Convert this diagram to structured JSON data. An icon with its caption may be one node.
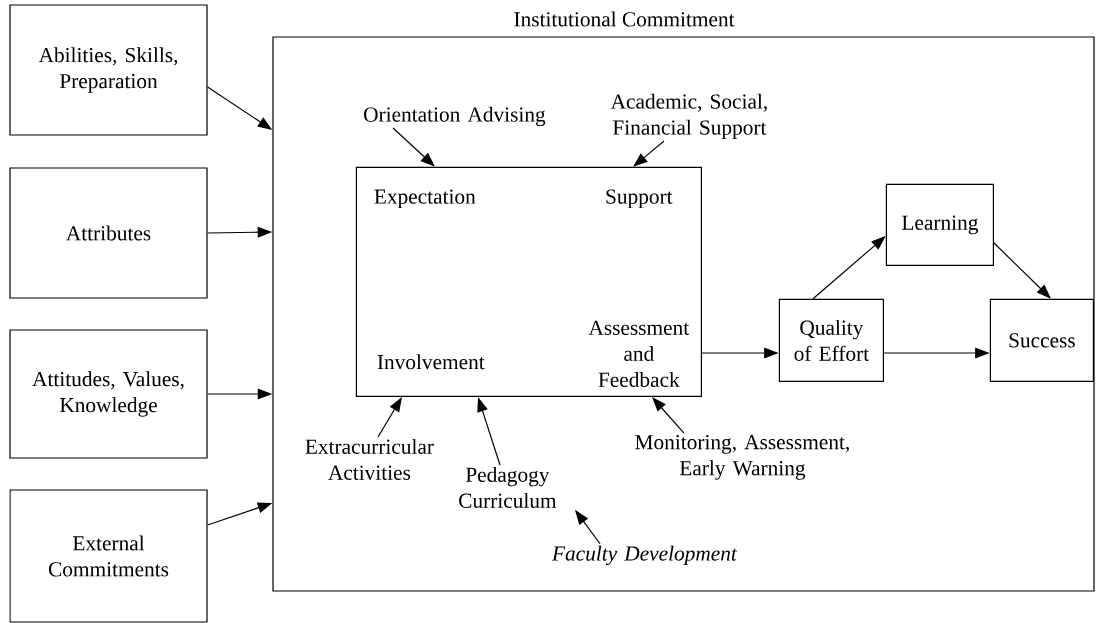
{
  "diagram": {
    "nodes": [
      {
        "text": [
          "Institutional Commitment"
        ]
      },
      {
        "text": [
          "Abilities, Skills, Preparation"
        ]
      },
      {
        "text": [
          "Attributes"
        ]
      },
      {
        "text": [
          "Attitudes, Values, Knowledge"
        ]
      },
      {
        "text": [
          "External Commitments"
        ]
      },
      {
        "text": [
          "Expectation",
          "Support",
          "Involvement",
          "Assessment and Feedback"
        ],
        "in": 0
      },
      {
        "text": [
          "Orientation Advising"
        ],
        "in": 0
      },
      {
        "text": [
          "Academic, Social, Financial Support"
        ],
        "in": 0
      },
      {
        "text": [
          "Extracurricular Activities"
        ],
        "in": 0
      },
      {
        "text": [
          "Pedagogy Curriculum"
        ],
        "in": 0
      },
      {
        "text": [
          "Monitoring, Assessment, Early Warning"
        ],
        "in": 0
      },
      {
        "text": [
          "Faculty Development"
        ],
        "in": 0
      },
      {
        "text": [
          "Quality of Effort"
        ],
        "in": 0
      },
      {
        "text": [
          "Learning"
        ],
        "in": 0
      },
      {
        "text": [
          "Success"
        ],
        "in": 0
      }
    ],
    "edges": [
      {
        "from": 1,
        "to": 0,
        "arrow": "to"
      },
      {
        "from": 2,
        "to": 0,
        "arrow": "to"
      },
      {
        "from": 3,
        "to": 0,
        "arrow": "to"
      },
      {
        "from": 4,
        "to": 0,
        "arrow": "to"
      },
      {
        "from": 6,
        "to": 5,
        "arrow": "to"
      },
      {
        "from": 7,
        "to": 5,
        "arrow": "to"
      },
      {
        "from": 8,
        "to": 5,
        "arrow": "to"
      },
      {
        "from": 9,
        "to": 5,
        "arrow": "to"
      },
      {
        "from": 10,
        "to": 5,
        "arrow": "to"
      },
      {
        "from": 11,
        "to": 9,
        "arrow": "to"
      },
      {
        "from": 5,
        "to": 12,
        "arrow": "to"
      },
      {
        "from": 12,
        "to": 13,
        "arrow": "to"
      },
      {
        "from": 13,
        "to": 14,
        "arrow": "to"
      },
      {
        "from": 12,
        "to": 14,
        "arrow": "to"
      }
    ]
  }
}
